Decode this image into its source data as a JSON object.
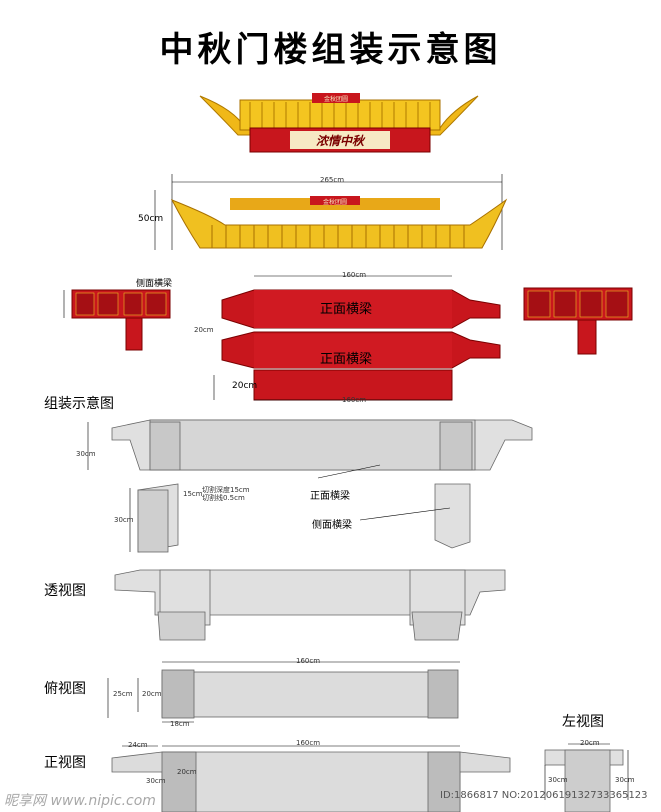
{
  "title": "中秋门楼组装示意图",
  "top_roof": {
    "banner_text": "浓情中秋",
    "plaque_text": "金秋团圆"
  },
  "roof2": {
    "width_label": "265cm",
    "height_label": "50cm",
    "plaque_text": "金秋团圆"
  },
  "beams": {
    "side_beam_label": "侧面横梁",
    "front_beam_label": "正面横梁",
    "front_width_label": "160cm",
    "dim_20a": "20cm",
    "dim_20b": "20cm"
  },
  "assembly": {
    "section_label": "组装示意图",
    "height_label": "30cm",
    "cut_depth": "切割深度15cm",
    "cut_width": "切割线0.5cm",
    "dim_15": "15cm",
    "dim_30": "30cm",
    "front_beam_callout": "正面横梁",
    "side_beam_callout": "侧面横梁"
  },
  "perspective": {
    "section_label": "透视图"
  },
  "top_view": {
    "section_label": "俯视图",
    "width_label": "160cm",
    "dim_a": "25cm",
    "dim_b": "20cm",
    "dim_c": "18cm"
  },
  "front_view": {
    "section_label": "正视图",
    "width_label": "160cm",
    "dim_a": "24cm",
    "dim_b": "20cm",
    "dim_c": "30cm"
  },
  "left_view": {
    "section_label": "左视图",
    "dim_a": "20cm",
    "dim_b": "30cm",
    "dim_c": "30cm"
  },
  "footer": {
    "watermark": "昵享网 www.nipic.com",
    "id": "ID:1866817 NO:20120619132733365123"
  },
  "colors": {
    "red": "#c8161d",
    "gold": "#f0c020",
    "grey": "#d4d4d4"
  }
}
